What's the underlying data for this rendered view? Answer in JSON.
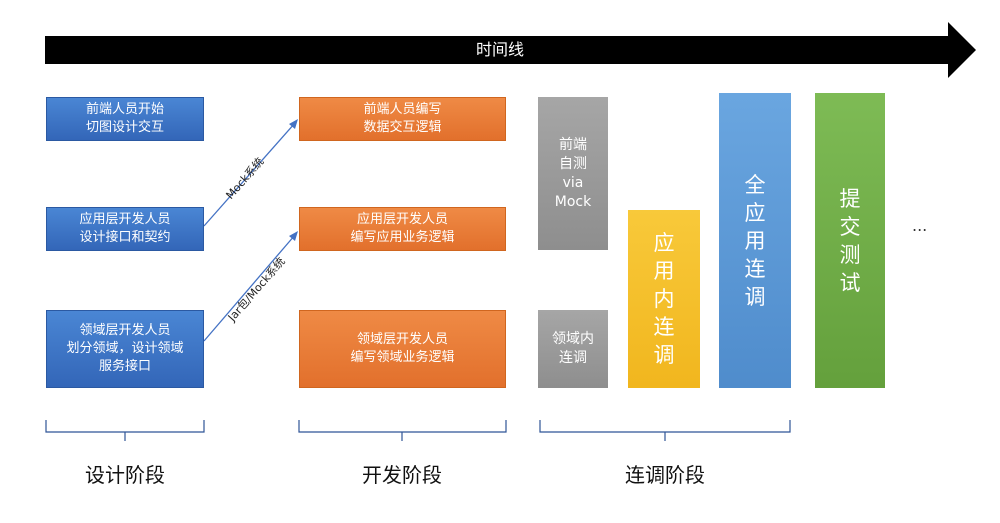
{
  "timeline": {
    "label": "时间线"
  },
  "design": {
    "frontend": "前端人员开始\n切图设计交互",
    "app": "应用层开发人员\n设计接口和契约",
    "domain": "领域层开发人员\n划分领域，设计领域\n服务接口"
  },
  "dev": {
    "frontend": "前端人员编写\n数据交互逻辑",
    "app": "应用层开发人员\n编写应用业务逻辑",
    "domain": "领域层开发人员\n编写领域业务逻辑"
  },
  "arrows": {
    "upper": "Mock系统",
    "lower": "Jar包/Mock系统"
  },
  "integration": {
    "frontend_selftest": "前端\n自测\nvia\nMock",
    "domain_internal": "领域内\n连调",
    "app_internal": "应\n用\n内\n连\n调",
    "full_app": "全\n应\n用\n连\n调",
    "submit_test": "提\n交\n测\n试",
    "ellipsis": "..."
  },
  "phases": {
    "design": "设计阶段",
    "dev": "开发阶段",
    "integration": "连调阶段"
  },
  "colors": {
    "timeline": "#000000",
    "blue": "#3a75c4",
    "orange": "#e97a36",
    "grey": "#999999",
    "yellow": "#f5c02d",
    "light_blue": "#5b9bd5",
    "green": "#70ad47",
    "arrow": "#4472c4",
    "bracket": "#2f5597"
  }
}
